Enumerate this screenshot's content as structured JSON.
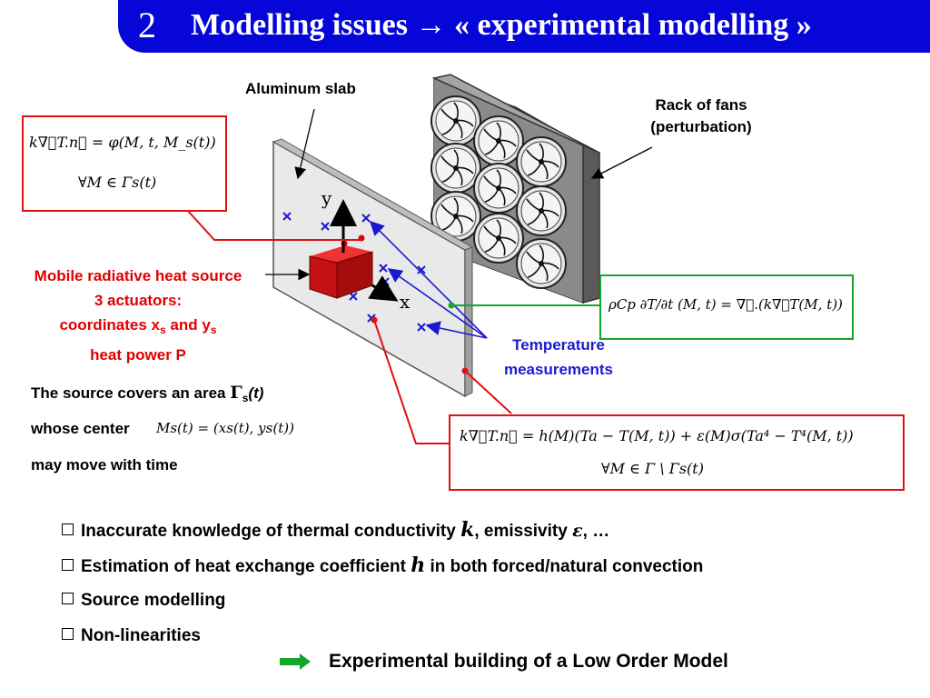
{
  "header": {
    "number": "2",
    "title": "Modelling issues → « experimental modelling »"
  },
  "labels": {
    "aluminum_slab": "Aluminum slab",
    "rack_line1": "Rack of fans",
    "rack_line2": "(perturbation)",
    "source_line1": "Mobile radiative heat source",
    "source_line2": "3 actuators:",
    "source_line3_pre": "coordinates x",
    "source_line3_sub1": "s",
    "source_line3_mid": " and y",
    "source_line3_sub2": "s",
    "source_line4": "heat power P",
    "temp_line1": "Temperature",
    "temp_line2": "measurements",
    "axis_x": "x",
    "axis_y": "y"
  },
  "equations": {
    "top_left_line1": "k∇⃗T.n⃗ = φ(M, t, M_s(t))",
    "top_left_line2": "∀M ∈ Γs(t)",
    "right_heat": "ρCp ∂T/∂t (M, t) = ∇⃗.(k∇⃗T(M, t))",
    "bottom_line1": "k∇⃗T.n⃗ = h(M)(Ta − T(M, t)) + ε(M)σ(Ta⁴ − T⁴(M, t))",
    "bottom_line2": "∀M ∈ Γ \\ Γs(t)",
    "center": "Ms(t) = (xs(t), ys(t))"
  },
  "source_text": {
    "line1_pre": "The source covers an area ",
    "line1_sym": "Γ",
    "line1_sub": "s",
    "line1_post": "(t)",
    "line2": "whose center",
    "line3": "may move with time"
  },
  "bullets": [
    {
      "pre": "Inaccurate knowledge of thermal conductivity ",
      "sym1": "k",
      "mid": ", emissivity ",
      "sym2": "ε",
      "post": ", …"
    },
    {
      "pre": "Estimation of heat exchange coefficient ",
      "sym1": "h",
      "post": " in both forced/natural convection"
    },
    {
      "text": "Source modelling"
    },
    {
      "text": "Non-linearities"
    }
  ],
  "conclusion": "Experimental building of a Low Order Model",
  "colors": {
    "header_bg": "#0606d8",
    "red": "#e00000",
    "blue": "#1a1ad0",
    "green": "#14a52a",
    "source_box": "#cc1111"
  }
}
